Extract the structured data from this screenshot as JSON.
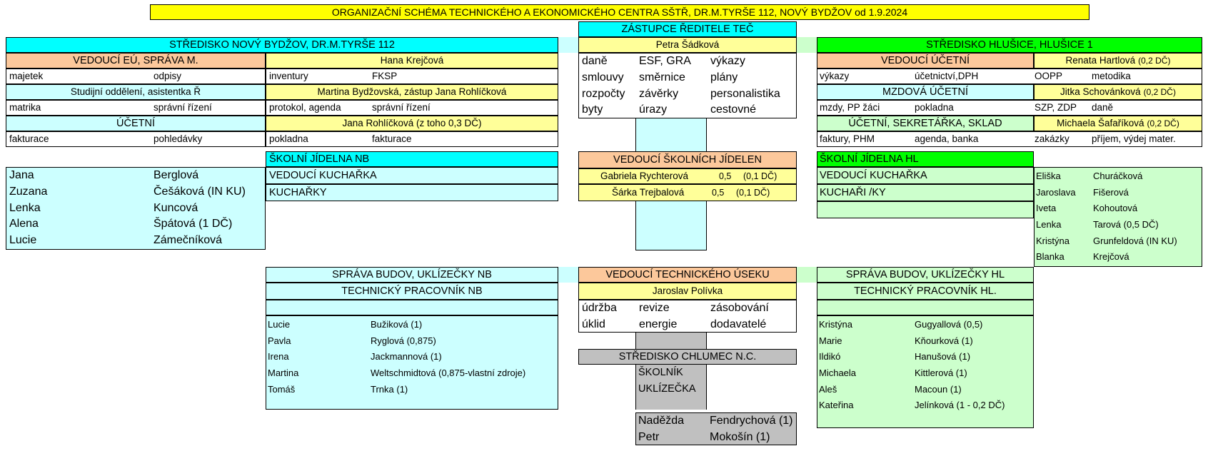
{
  "title": "ORGANIZAČNÍ SCHÉMA TECHNICKÉHO A EKONOMICKÉHO CENTRA SŠTŘ, DR.M.TYRŠE 112, NOVÝ BYDŽOV od 1.9.2024",
  "center": {
    "heading": "ZÁSTUPCE ŘEDITELE TEČ",
    "name": "Petra Šádková",
    "tasks": [
      [
        "daně",
        "ESF, GRA",
        "výkazy"
      ],
      [
        "smlouvy",
        "směrnice",
        "plány"
      ],
      [
        "rozpočty",
        "závěrky",
        "personalistika"
      ],
      [
        "byty",
        "úrazy",
        "cestovné"
      ]
    ]
  },
  "nb": {
    "heading": "STŘEDISKO NOVÝ BYDŽOV, DR.M.TYRŠE 112",
    "eu": {
      "head": "VEDOUCÍ EÚ, SPRÁVA M.",
      "tasks1": [
        "majetek",
        "odpisy"
      ],
      "studijni": "Studijní oddělení, asistentka Ř",
      "tasks2": [
        "matrika",
        "správní řízení"
      ],
      "ucetni": "ÚČETNÍ",
      "tasks3": [
        "fakturace",
        "pohledávky"
      ]
    },
    "krejcova": {
      "name": "Hana Krejčová",
      "tasks": [
        "inventury",
        "FKSP"
      ],
      "bydzovska": "Martina Bydžovská, zástup Jana Rohlíčková",
      "tasks2": [
        "protokol, agenda",
        "správní řízení"
      ],
      "rohlickova": "Jana Rohlíčková (z toho 0,3 DČ)",
      "tasks3": [
        "pokladna",
        "fakturace"
      ]
    },
    "jidelna": {
      "heading": "ŠKOLNÍ JÍDELNA NB",
      "vedouci": "VEDOUCÍ KUCHAŘKA",
      "kucharky": "KUCHAŘKY",
      "staff": [
        [
          "Jana",
          "Berglová"
        ],
        [
          "Zuzana",
          "Češáková (IN KU)"
        ],
        [
          "Lenka",
          "Kuncová"
        ],
        [
          "Alena",
          "Špátová (1 DČ)"
        ],
        [
          "Lucie",
          "Zámečníková"
        ]
      ]
    },
    "sprava": {
      "heading": "SPRÁVA BUDOV, UKLÍZEČKY NB",
      "technik": "TECHNICKÝ PRACOVNÍK NB",
      "staff": [
        [
          "Lucie",
          "Bužiková (1)"
        ],
        [
          "Pavla",
          "Ryglová (0,875)"
        ],
        [
          "Irena",
          "Jackmannová (1)"
        ],
        [
          "Martina",
          "Weltschmidtová (0,875-vlastní zdroje)"
        ],
        [
          "Tomáš",
          "Trnka (1)"
        ]
      ]
    }
  },
  "hl": {
    "heading": "STŘEDISKO HLUŠICE, HLUŠICE 1",
    "vedouci": "VEDOUCÍ ÚČETNÍ",
    "hartlova": "Renata Hartlová",
    "hartlova_dc": "(0,2 DČ)",
    "tasks1": [
      "výkazy",
      "účetnictví,DPH",
      "OOPP",
      "metodika"
    ],
    "mzdova": "MZDOVÁ ÚČETNÍ",
    "schovankova": "Jitka Schovánková",
    "schovankova_dc": "(0,2 DČ)",
    "tasks2": [
      "mzdy, PP žáci",
      "pokladna",
      "SZP, ZDP",
      "daně"
    ],
    "sekretarka": "ÚČETNÍ, SEKRETÁŘKA, SKLAD",
    "safarikova": "Michaela Šafaříková",
    "safarikova_dc": "(0,2 DČ)",
    "tasks3": [
      "faktury, PHM",
      "agenda, banka",
      "zakázky",
      "příjem, výdej mater."
    ],
    "jidelna": {
      "heading": "ŠKOLNÍ JÍDELNA HL",
      "vedouci": "VEDOUCÍ KUCHAŘKA",
      "kuchari": "KUCHAŘI /KY",
      "staff": [
        [
          "Eliška",
          "Churáčková"
        ],
        [
          "Jaroslava",
          "Fišerová"
        ],
        [
          "Iveta",
          "Kohoutová"
        ],
        [
          "Lenka",
          "Tarová (0,5 DČ)"
        ],
        [
          "Kristýna",
          "Grunfeldová (IN KU)"
        ],
        [
          "Blanka",
          "Krejčová"
        ]
      ]
    },
    "sprava": {
      "heading": "SPRÁVA BUDOV, UKLÍZEČKY HL",
      "technik": "TECHNICKÝ PRACOVNÍK HL.",
      "staff": [
        [
          "Kristýna",
          "Gugyallová (0,5)"
        ],
        [
          "Marie",
          "Kňourková (1)"
        ],
        [
          "Ildikó",
          "Hanušová (1)"
        ],
        [
          "Michaela",
          "Kittlerová (1)"
        ],
        [
          "Aleš",
          "Macoun (1)"
        ],
        [
          "Kateřina",
          "Jelínková (1 - 0,2 DČ)"
        ]
      ]
    }
  },
  "jidelny": {
    "heading": "VEDOUCÍ ŠKOLNÍCH JÍDELEN",
    "rychterova": "Gabriela Rychterová",
    "rychterova_ratio": "0,5",
    "rychterova_dc": "(0,1 DČ)",
    "trejbalova": "Šárka Trejbalová",
    "trejbalova_ratio": "0,5",
    "trejbalova_dc": "(0,1 DČ)"
  },
  "technicky": {
    "heading": "VEDOUCÍ TECHNICKÉHO ÚSEKU",
    "name": "Jaroslav Polívka",
    "tasks": [
      [
        "údržba",
        "revize",
        "zásobování"
      ],
      [
        "úklid",
        "energie",
        "dodavatelé"
      ]
    ]
  },
  "chlumec": {
    "heading": "STŘEDISKO CHLUMEC N.C.",
    "roles": [
      "ŠKOLNÍK",
      "UKLÍZEČKA"
    ],
    "staff": [
      [
        "Naděžda",
        "Fendrychová (1)"
      ],
      [
        "Petr",
        "Mokošín (1)"
      ]
    ]
  }
}
